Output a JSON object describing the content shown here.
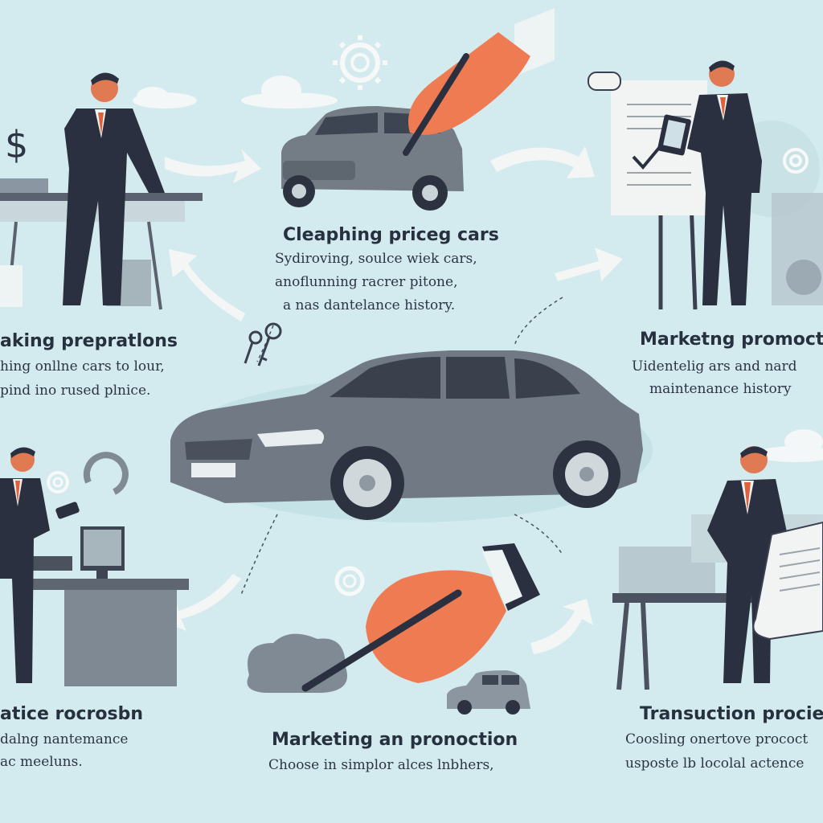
{
  "colors": {
    "background": "#d3ebee",
    "car_body": "#6f7780",
    "suit": "#2b3040",
    "tie": "#e0603a",
    "skin_hand": "#ee7b52",
    "paper": "#f2f4f4",
    "arrow": "#f4f6f6",
    "text": "#2a3142"
  },
  "icons": [
    "dollar-icon",
    "gear-icon",
    "cloud-icon",
    "keys-icon",
    "checkmark-icon",
    "pen-icon",
    "arrow-icon"
  ],
  "sections": {
    "top_center": {
      "title": "Cleaphing priceg cars",
      "lines": [
        "Sydiroving, soulce wiek cars,",
        "anoflunning racrer pitone,",
        "a nas dantelance history."
      ]
    },
    "left_middle": {
      "title": "aking prepratlons",
      "lines": [
        "hing onllne  cars to lour,",
        "pind ino rused plnice."
      ]
    },
    "right_middle": {
      "title": "Marketng promocti",
      "lines": [
        "Uidentelig ars and nard",
        "maintenance history"
      ]
    },
    "bottom_left": {
      "title": "atice  rocrosbn",
      "lines": [
        "dalng nantemance",
        "ac meeluns."
      ]
    },
    "bottom_center": {
      "title": "Marketing an pronoction",
      "lines": [
        "Choose in simplor alces lnbhers,"
      ]
    },
    "bottom_right": {
      "title": "Transuction procied",
      "lines": [
        "Coosling onertove prococt",
        "usposte lb locolal actence"
      ]
    }
  }
}
